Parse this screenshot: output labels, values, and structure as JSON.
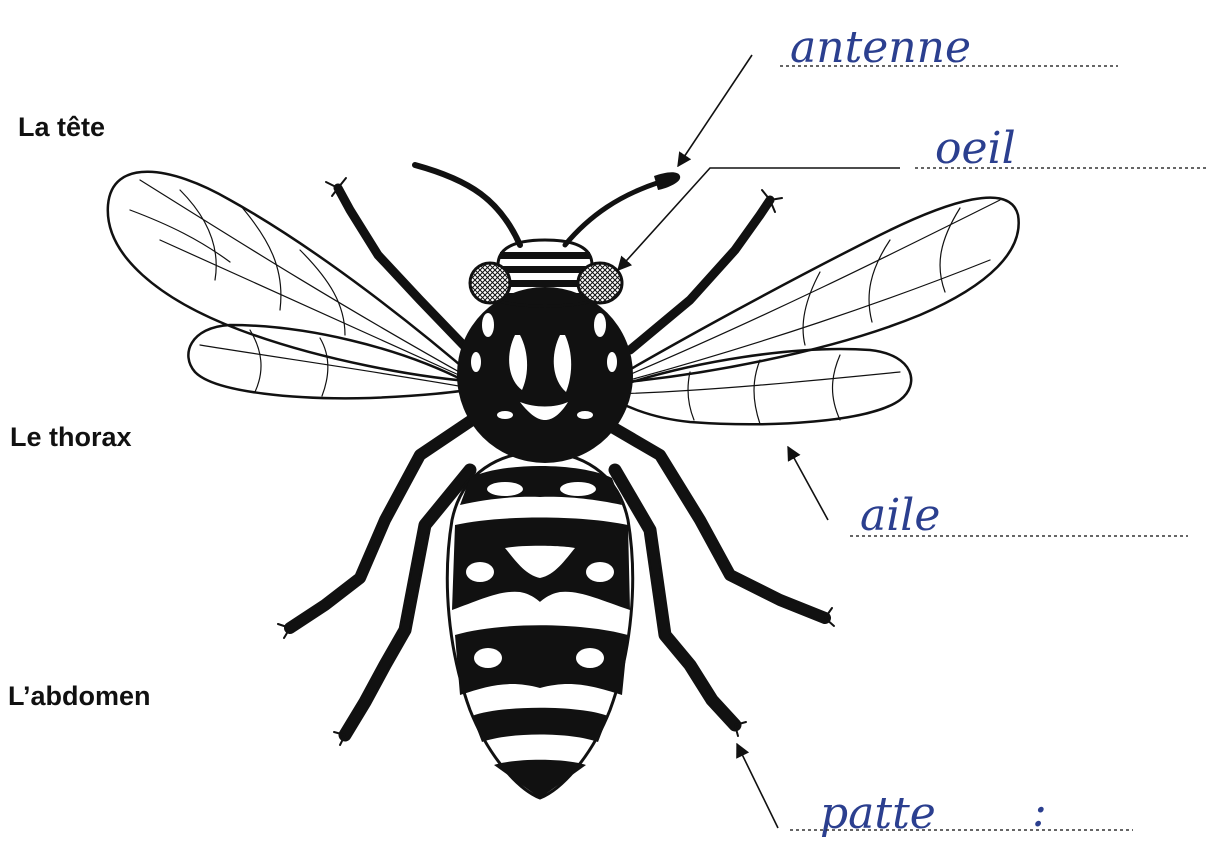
{
  "regions": {
    "head": "La tête",
    "thorax": "Le thorax",
    "abdomen": "L’abdomen"
  },
  "labels": {
    "antenna": "antenne",
    "eye": "oeil",
    "wing": "aile",
    "leg": "patte",
    "leg_suffix": ":"
  },
  "colors": {
    "handwriting": "#2b3f8f",
    "ink": "#111111"
  }
}
